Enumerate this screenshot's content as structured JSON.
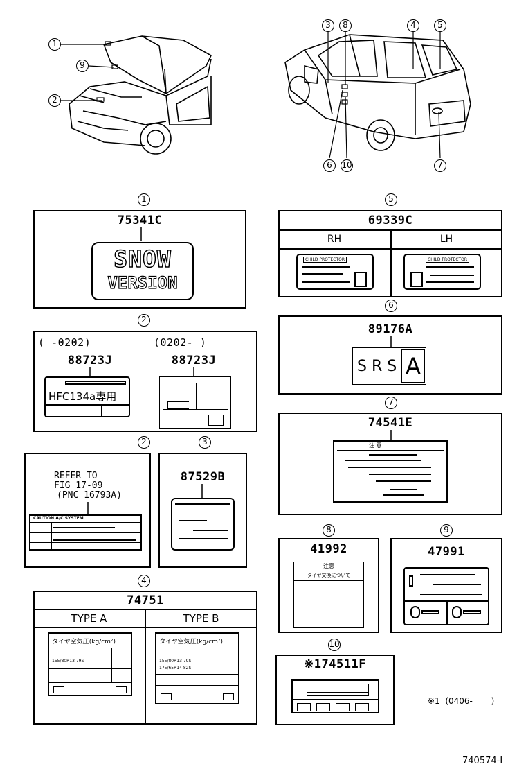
{
  "callouts": {
    "c1": "1",
    "c2": "2",
    "c3": "3",
    "c4": "4",
    "c5": "5",
    "c6": "6",
    "c7": "7",
    "c8": "8",
    "c9": "9",
    "c10": "10"
  },
  "labels": {
    "p1": {
      "callout": "1",
      "part": "75341C",
      "logo_line1": "SNOW",
      "logo_line2": "VERSION"
    },
    "p5": {
      "callout": "5",
      "part": "69339C",
      "rh": "RH",
      "lh": "LH",
      "sticker_text": "CHILD PROTECTOR"
    },
    "p2a": {
      "callout": "2",
      "range_left": "(      -0202)",
      "range_right": "(0202-        )",
      "part_left": "88723J",
      "part_right": "88723J",
      "sticker_text": "HFC134a専用"
    },
    "p6": {
      "callout": "6",
      "part": "89176A",
      "srs": "S R S",
      "srs_box": "A"
    },
    "p7": {
      "callout": "7",
      "part": "74541E",
      "warn_text": "注 意"
    },
    "p2b": {
      "callout": "2",
      "refer_line1": "REFER TO",
      "refer_line2": "FIG 17-09",
      "refer_line3": "(PNC 16793A)",
      "caution_text": "CAUTION  A/C SYSTEM"
    },
    "p3": {
      "callout": "3",
      "part": "87529B"
    },
    "p8": {
      "callout": "8",
      "part": "41992",
      "caution": "注意",
      "sub": "タイヤ交換について"
    },
    "p9": {
      "callout": "9",
      "part": "47991"
    },
    "p4": {
      "callout": "4",
      "part": "74751",
      "type_a": "TYPE A",
      "type_b": "TYPE B",
      "tire_text": "タイヤ空気圧(kg/cm²)",
      "a_row": "155/80R13 79S",
      "b_row1": "155/80R13 79S",
      "b_row2": "175/65R14 82S"
    },
    "p10": {
      "callout": "10",
      "part": "※174511F"
    }
  },
  "footnote": "※1  (0406-       )",
  "figure_id": "740574-I"
}
